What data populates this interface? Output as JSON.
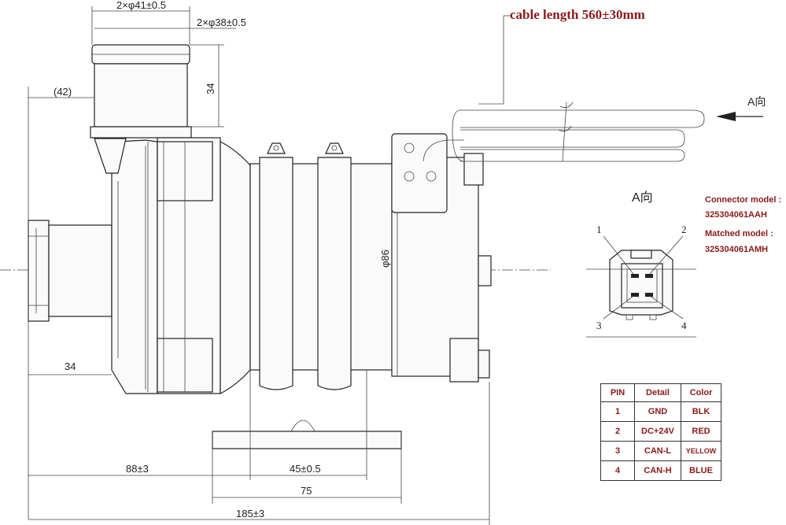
{
  "dimensions": {
    "d41": "2×φ41±0.5",
    "d38": "2×φ38±0.5",
    "h34_top": "34",
    "w42": "(42)",
    "dia86": "φ86",
    "w34_left": "34",
    "d88": "88±3",
    "d45": "45±0.5",
    "d75": "75",
    "d185": "185±3"
  },
  "callouts": {
    "cable_length": "cable length 560±30mm",
    "view_arrow": "A向",
    "view_title": "A向"
  },
  "connector": {
    "model_label": "Connector model :",
    "model_value": "325304061AAH",
    "matched_label": "Matched model :",
    "matched_value": "325304061AMH",
    "pin_numbers": [
      "1",
      "2",
      "3",
      "4"
    ]
  },
  "pin_table": {
    "headers": [
      "PIN",
      "Detail",
      "Color"
    ],
    "rows": [
      {
        "pin": "1",
        "detail": "GND",
        "color": "BLK"
      },
      {
        "pin": "2",
        "detail": "DC+24V",
        "color": "RED"
      },
      {
        "pin": "3",
        "detail": "CAN-L",
        "color": "YELLOW"
      },
      {
        "pin": "4",
        "detail": "CAN-H",
        "color": "BLUE"
      }
    ]
  }
}
